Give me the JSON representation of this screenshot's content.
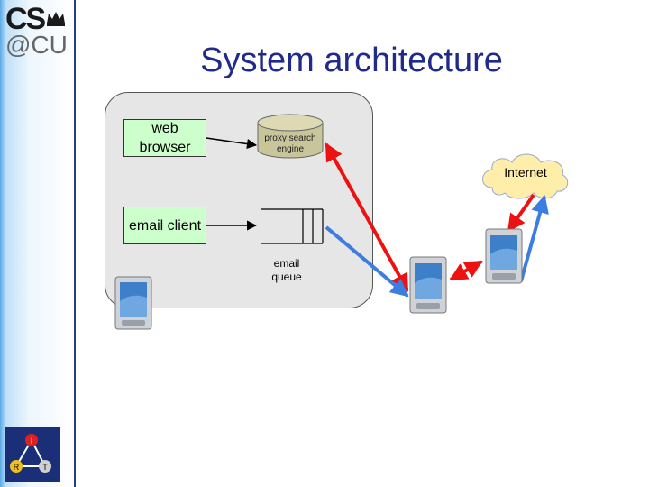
{
  "slide": {
    "title": "System architecture",
    "logo": {
      "cs": "CS",
      "cu": "@CU"
    },
    "emblem": {
      "i": "I",
      "r": "R",
      "t": "T"
    }
  },
  "diagram": {
    "web_browser": "web browser",
    "proxy": "proxy search engine",
    "internet": "Internet",
    "email_client": "email client",
    "email_queue": "email queue"
  },
  "colors": {
    "title": "#1f2a8c",
    "box_fill": "#ccffcc",
    "panel_fill": "#e6e6e6",
    "cylinder_fill": "#c8c59a",
    "cloud_fill": "#ffeeaa",
    "arrow_red": "#ee1111",
    "arrow_blue": "#3b7de0",
    "arrow_black": "#000000"
  },
  "icons": [
    "crown-icon",
    "irt-emblem-icon",
    "pda-icon"
  ]
}
